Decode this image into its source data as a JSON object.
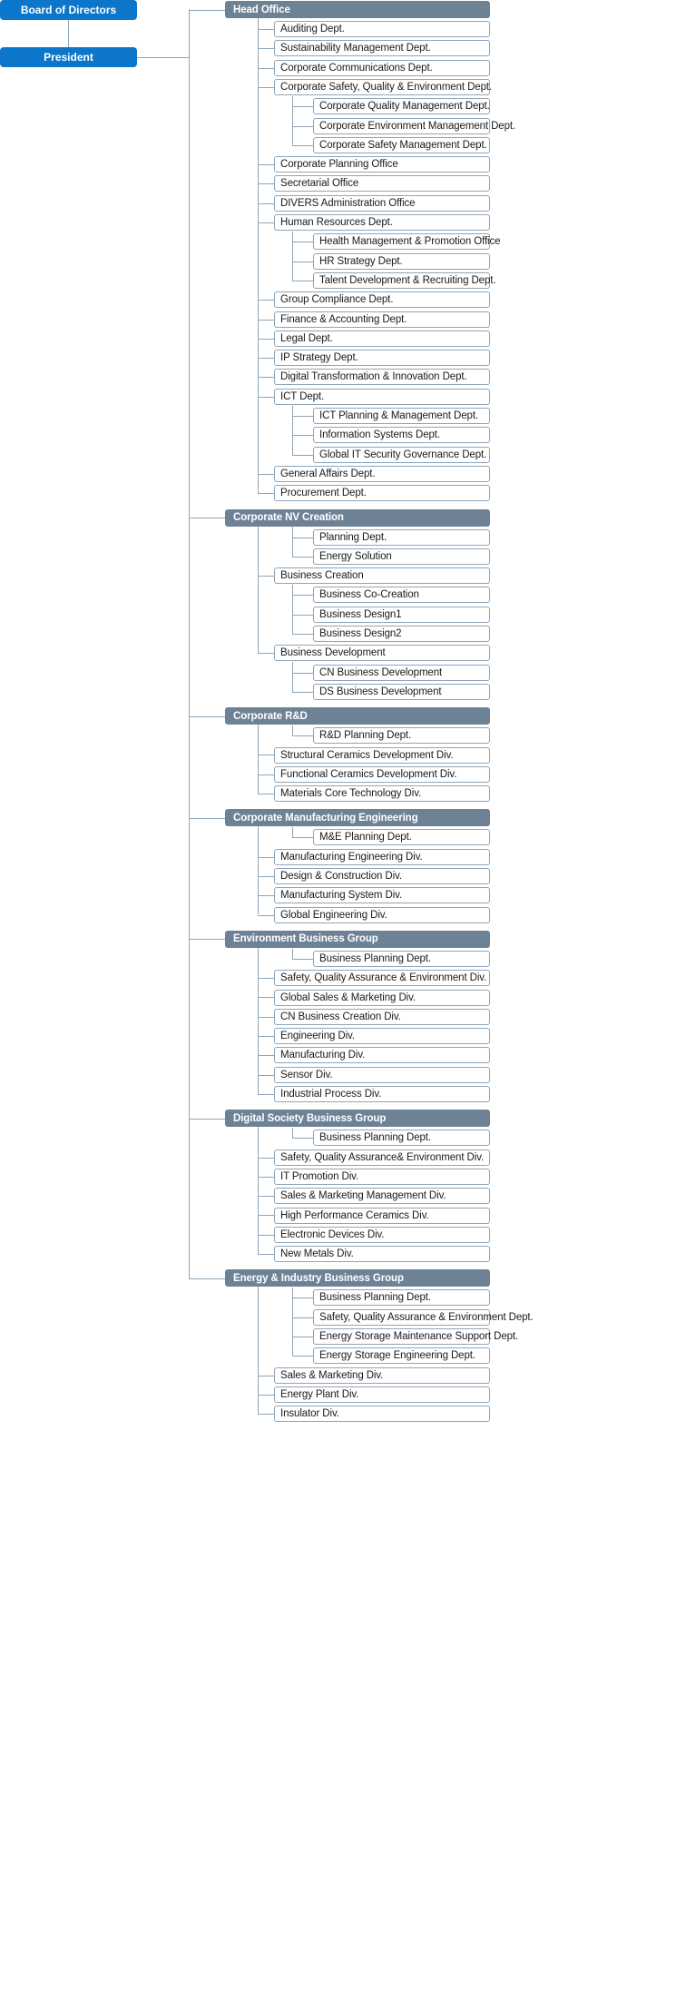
{
  "top": {
    "board": "Board of Directors",
    "president": "President"
  },
  "colors": {
    "blue_box": "#0b76ca",
    "group_header": "#6e8296",
    "node_border": "#8fa5b8",
    "node_bg": "#ffffff",
    "page_bg": "#ffffff"
  },
  "groups": [
    {
      "name": "Head Office",
      "items": [
        {
          "label": "Auditing Dept.",
          "level": 1
        },
        {
          "label": "Sustainability Management Dept.",
          "level": 1
        },
        {
          "label": "Corporate Communications Dept.",
          "level": 1
        },
        {
          "label": "Corporate Safety, Quality & Environment Dept.",
          "level": 1
        },
        {
          "label": "Corporate Quality Management Dept.",
          "level": 2
        },
        {
          "label": "Corporate Environment Management Dept.",
          "level": 2
        },
        {
          "label": "Corporate Safety Management Dept.",
          "level": 2
        },
        {
          "label": "Corporate Planning Office",
          "level": 1
        },
        {
          "label": "Secretarial Office",
          "level": 1
        },
        {
          "label": "DIVERS Administration Office",
          "level": 1
        },
        {
          "label": "Human Resources Dept.",
          "level": 1
        },
        {
          "label": "Health Management & Promotion Office",
          "level": 2
        },
        {
          "label": "HR Strategy Dept.",
          "level": 2
        },
        {
          "label": "Talent Development & Recruiting Dept.",
          "level": 2
        },
        {
          "label": "Group Compliance Dept.",
          "level": 1
        },
        {
          "label": "Finance & Accounting Dept.",
          "level": 1
        },
        {
          "label": "Legal Dept.",
          "level": 1
        },
        {
          "label": "IP Strategy Dept.",
          "level": 1
        },
        {
          "label": "Digital Transformation & Innovation Dept.",
          "level": 1
        },
        {
          "label": "ICT Dept.",
          "level": 1
        },
        {
          "label": "ICT Planning & Management Dept.",
          "level": 2
        },
        {
          "label": "Information Systems Dept.",
          "level": 2
        },
        {
          "label": "Global IT Security Governance Dept.",
          "level": 2
        },
        {
          "label": "General Affairs Dept.",
          "level": 1
        },
        {
          "label": "Procurement Dept.",
          "level": 1
        }
      ]
    },
    {
      "name": "Corporate NV Creation",
      "items": [
        {
          "label": "Planning Dept.",
          "level": 2
        },
        {
          "label": "Energy Solution",
          "level": 2
        },
        {
          "label": "Business Creation",
          "level": 1
        },
        {
          "label": "Business Co-Creation",
          "level": 2
        },
        {
          "label": "Business Design1",
          "level": 2
        },
        {
          "label": "Business Design2",
          "level": 2
        },
        {
          "label": "Business Development",
          "level": 1
        },
        {
          "label": "CN Business Development",
          "level": 2
        },
        {
          "label": "DS Business Development",
          "level": 2
        }
      ]
    },
    {
      "name": "Corporate R&D",
      "items": [
        {
          "label": "R&D Planning Dept.",
          "level": 2
        },
        {
          "label": "Structural Ceramics Development Div.",
          "level": 1
        },
        {
          "label": "Functional Ceramics Development Div.",
          "level": 1
        },
        {
          "label": "Materials Core Technology Div.",
          "level": 1
        }
      ]
    },
    {
      "name": "Corporate Manufacturing Engineering",
      "items": [
        {
          "label": "M&E Planning Dept.",
          "level": 2
        },
        {
          "label": "Manufacturing Engineering Div.",
          "level": 1
        },
        {
          "label": "Design & Construction Div.",
          "level": 1
        },
        {
          "label": "Manufacturing System Div.",
          "level": 1
        },
        {
          "label": "Global Engineering Div.",
          "level": 1
        }
      ]
    },
    {
      "name": "Environment Business Group",
      "items": [
        {
          "label": "Business Planning Dept.",
          "level": 2
        },
        {
          "label": "Safety, Quality Assurance & Environment Div.",
          "level": 1
        },
        {
          "label": "Global Sales & Marketing Div.",
          "level": 1
        },
        {
          "label": "CN Business Creation Div.",
          "level": 1
        },
        {
          "label": "Engineering Div.",
          "level": 1
        },
        {
          "label": "Manufacturing Div.",
          "level": 1
        },
        {
          "label": "Sensor Div.",
          "level": 1
        },
        {
          "label": "Industrial Process Div.",
          "level": 1
        }
      ]
    },
    {
      "name": "Digital Society Business Group",
      "items": [
        {
          "label": "Business Planning Dept.",
          "level": 2
        },
        {
          "label": "Safety, Quality Assurance& Environment Div.",
          "level": 1
        },
        {
          "label": "IT Promotion Div.",
          "level": 1
        },
        {
          "label": "Sales & Marketing Management Div.",
          "level": 1
        },
        {
          "label": "High Performance Ceramics Div.",
          "level": 1
        },
        {
          "label": "Electronic Devices Div.",
          "level": 1
        },
        {
          "label": "New Metals Div.",
          "level": 1
        }
      ]
    },
    {
      "name": "Energy & Industry Business Group",
      "items": [
        {
          "label": "Business Planning Dept.",
          "level": 2
        },
        {
          "label": "Safety, Quality Assurance & Environment Dept.",
          "level": 2
        },
        {
          "label": "Energy Storage Maintenance Support  Dept.",
          "level": 2
        },
        {
          "label": "Energy Storage Engineering Dept.",
          "level": 2
        },
        {
          "label": "Sales & Marketing Div.",
          "level": 1
        },
        {
          "label": "Energy Plant Div.",
          "level": 1
        },
        {
          "label": "Insulator Div.",
          "level": 1
        }
      ]
    }
  ]
}
